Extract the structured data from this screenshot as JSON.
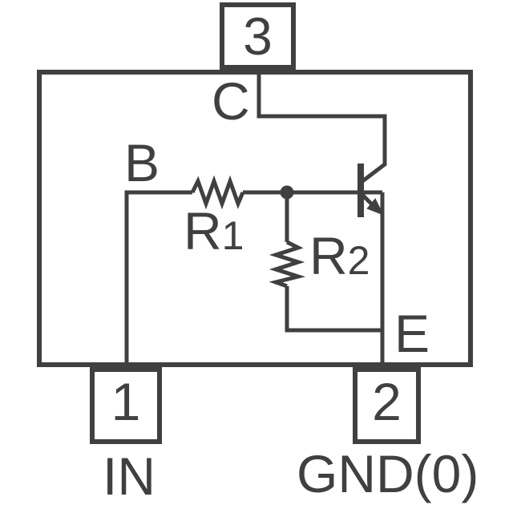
{
  "colors": {
    "line": "#404040",
    "background": "#ffffff"
  },
  "pins": {
    "top": {
      "number": "3"
    },
    "bottom_left": {
      "number": "1",
      "signal": "IN"
    },
    "bottom_right": {
      "number": "2",
      "signal": "GND(0)"
    }
  },
  "transistor": {
    "collector_label": "C",
    "base_label": "B",
    "emitter_label": "E"
  },
  "resistors": {
    "r1": {
      "prefix": "R",
      "digit": "1"
    },
    "r2": {
      "prefix": "R",
      "digit": "2"
    }
  }
}
